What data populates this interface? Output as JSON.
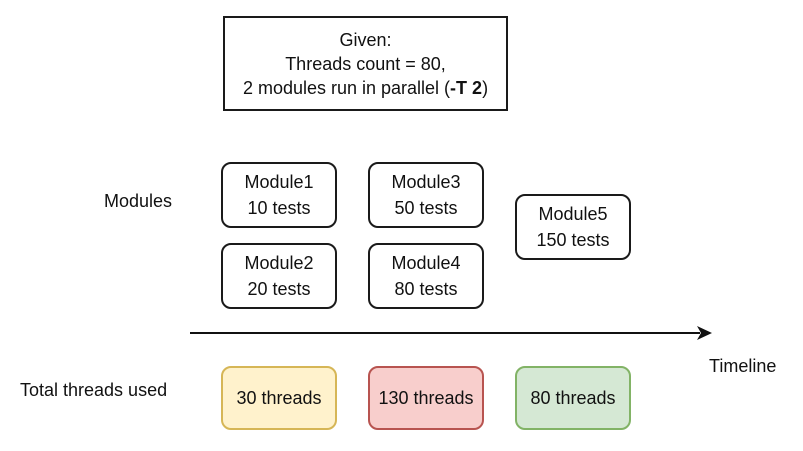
{
  "given": {
    "line1": "Given:",
    "line2": "Threads count = 80,",
    "line3_prefix": "2 modules run in parallel (",
    "line3_bold": "-T 2",
    "line3_suffix": ")"
  },
  "labels": {
    "modules": "Modules",
    "timeline": "Timeline",
    "total_threads": "Total threads used"
  },
  "modules": [
    {
      "name": "Module1",
      "tests": "10 tests"
    },
    {
      "name": "Module2",
      "tests": "20 tests"
    },
    {
      "name": "Module3",
      "tests": "50 tests"
    },
    {
      "name": "Module4",
      "tests": "80 tests"
    },
    {
      "name": "Module5",
      "tests": "150 tests"
    }
  ],
  "threads": [
    {
      "label": "30 threads",
      "fill": "#fff2cc",
      "border": "#d6b656"
    },
    {
      "label": "130 threads",
      "fill": "#f8cecc",
      "border": "#b85450"
    },
    {
      "label": "80 threads",
      "fill": "#d5e8d4",
      "border": "#82b366"
    }
  ],
  "colors": {
    "line": "#111111"
  }
}
